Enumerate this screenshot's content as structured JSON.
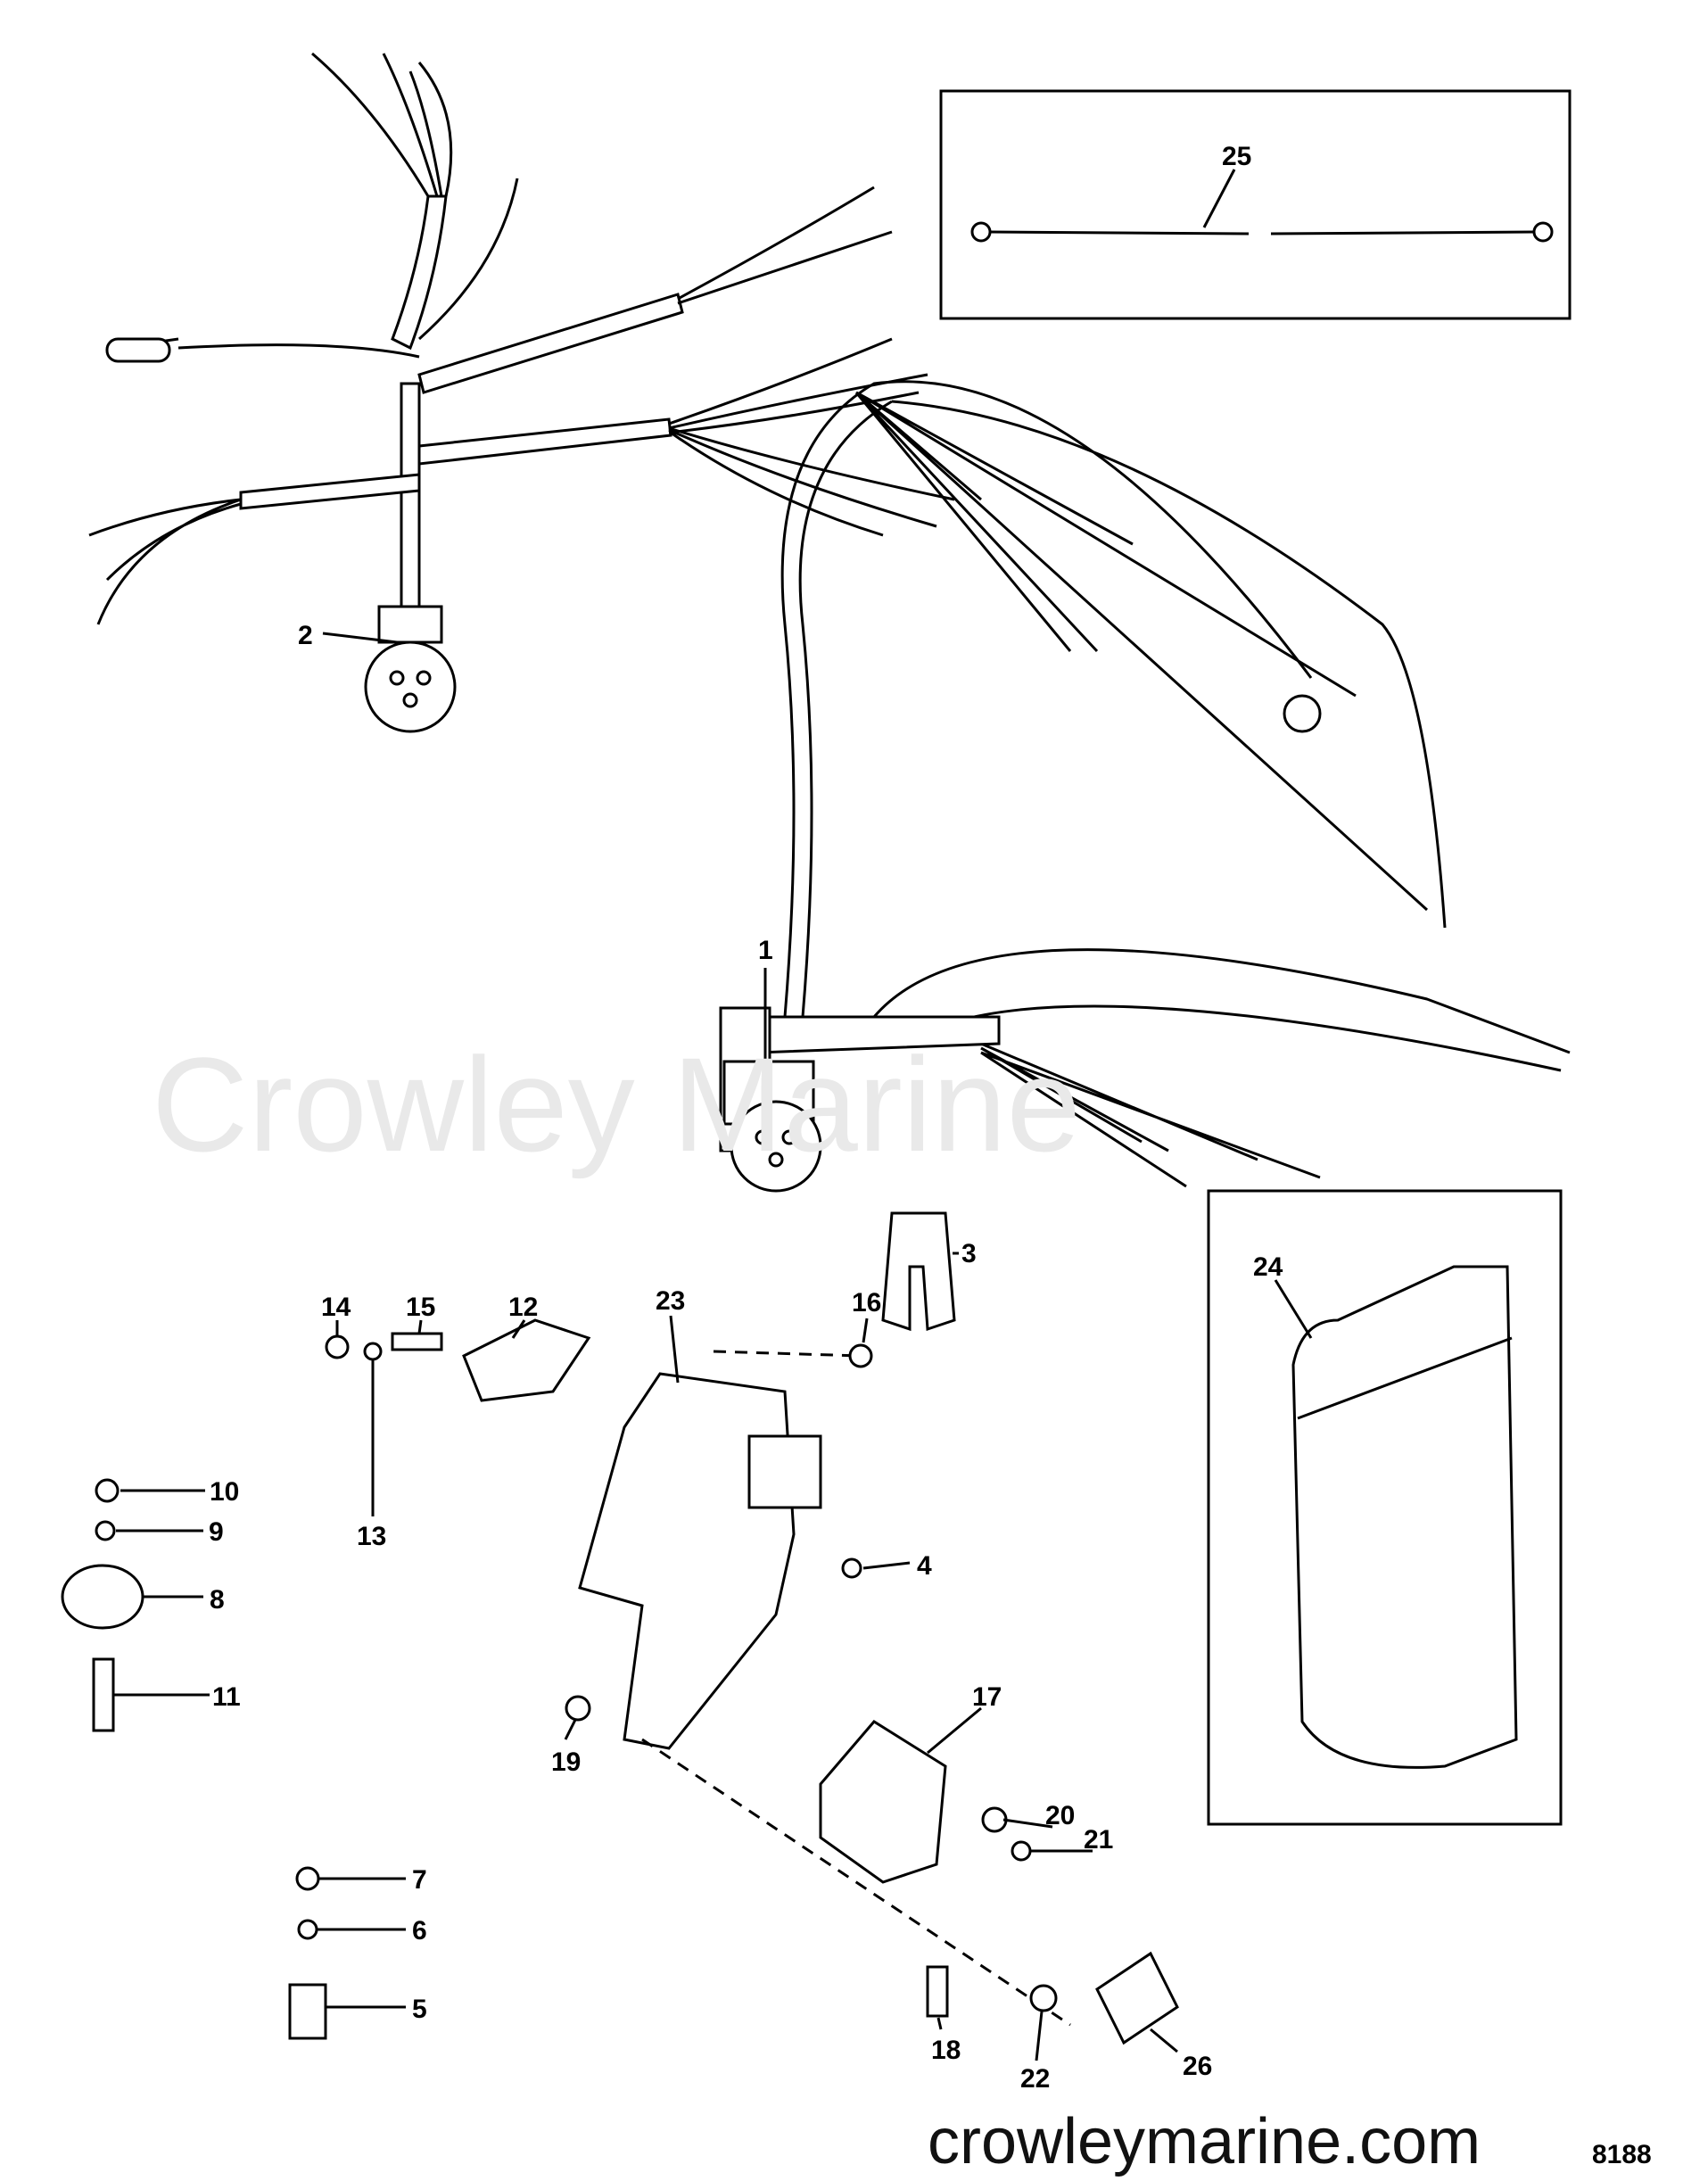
{
  "diagram_number": "8188",
  "watermark": "Crowley Marine",
  "website": "crowleymarine.com",
  "callouts": [
    "1",
    "2",
    "3",
    "4",
    "5",
    "6",
    "7",
    "8",
    "9",
    "10",
    "11",
    "12",
    "13",
    "14",
    "15",
    "16",
    "17",
    "18",
    "19",
    "20",
    "21",
    "22",
    "23",
    "24",
    "25",
    "26"
  ]
}
